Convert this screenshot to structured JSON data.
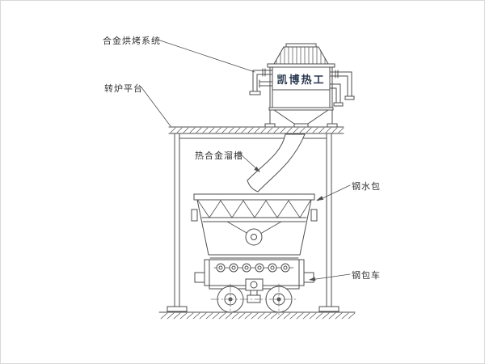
{
  "figure": {
    "type": "engineering-line-diagram",
    "callouts": {
      "baking_system": "合金烘烤系统",
      "platform": "转炉平台",
      "chute": "热合金溜槽",
      "ladle": "钢水包",
      "ladle_car": "钢包车"
    },
    "equipment_text": "凯博热工",
    "colors": {
      "line": "#4d4d4d",
      "centerline": "#777777",
      "label_text": "#333333",
      "brand_text": "#2a3950",
      "background": "#ffffff"
    }
  }
}
